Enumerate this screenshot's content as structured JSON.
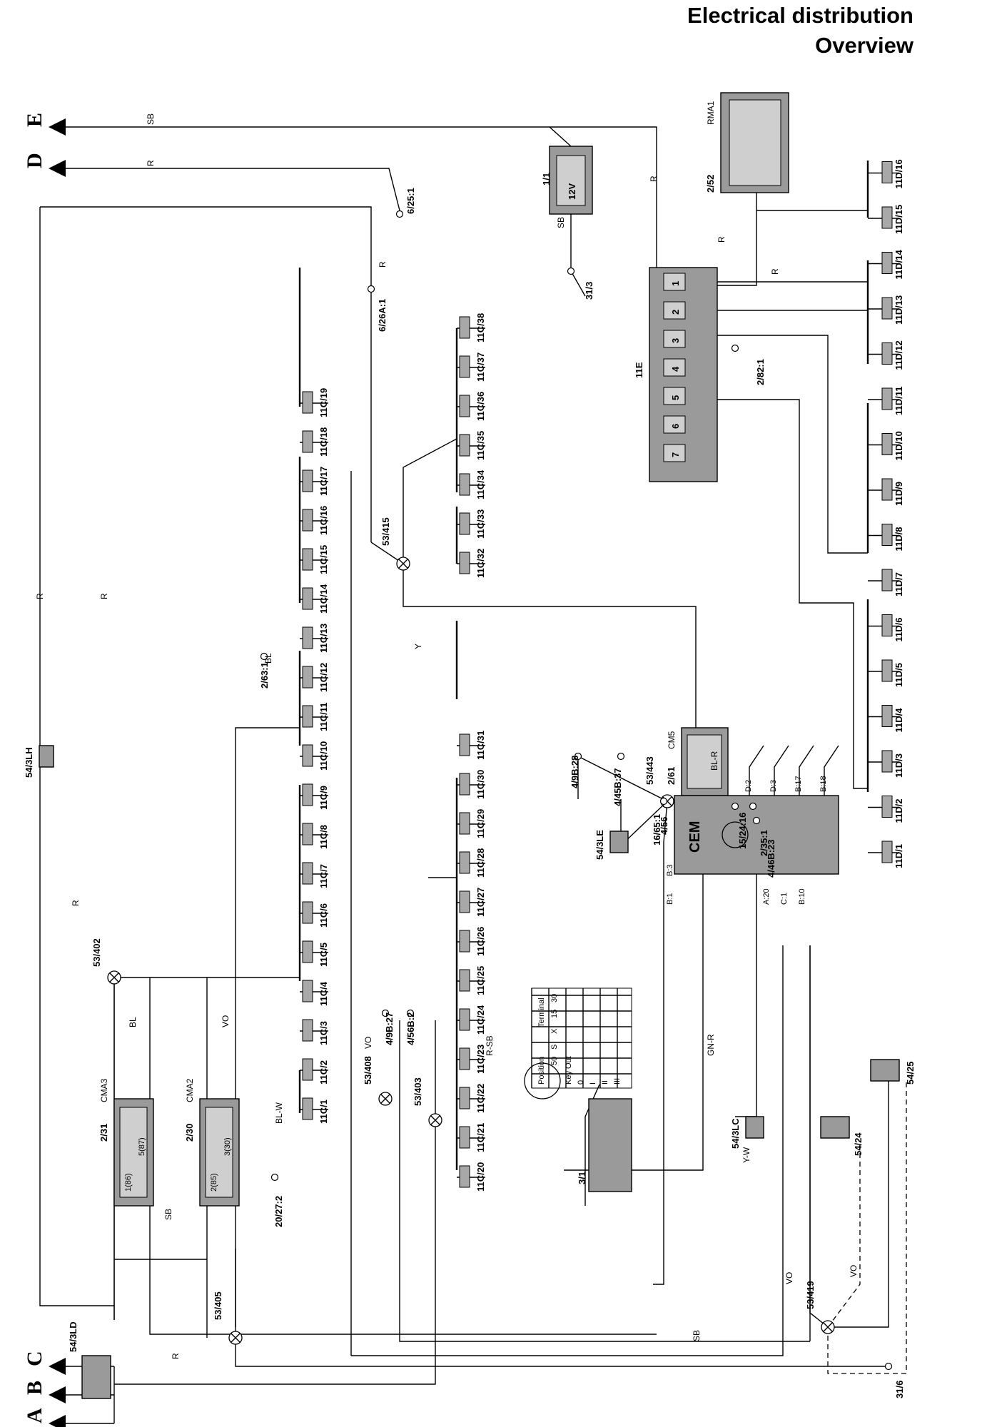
{
  "header": {
    "title": "Electrical distribution",
    "subtitle": "Overview"
  },
  "edge": [
    "A",
    "B",
    "C",
    "D",
    "E"
  ],
  "fuses_c": [
    "11C/1",
    "11C/2",
    "11C/3",
    "11C/4",
    "11C/5",
    "11C/6",
    "11C/7",
    "11C/8",
    "11C/9",
    "11C/10",
    "11C/11",
    "11C/12",
    "11C/13",
    "11C/14",
    "11C/15",
    "11C/16",
    "11C/17",
    "11C/18",
    "11C/19",
    "11C/20",
    "11C/21",
    "11C/22",
    "11C/23",
    "11C/24",
    "11C/25",
    "11C/26",
    "11C/27",
    "11C/28",
    "11C/29",
    "11C/30",
    "11C/31",
    "11C/32",
    "11C/33",
    "11C/34",
    "11C/35",
    "11C/36",
    "11C/37",
    "11C/38"
  ],
  "fuses_d": [
    "11D/1",
    "11D/2",
    "11D/3",
    "11D/4",
    "11D/5",
    "11D/6",
    "11D/7",
    "11D/8",
    "11D/9",
    "11D/10",
    "11D/11",
    "11D/12",
    "11D/13",
    "11D/14",
    "11D/15",
    "11D/16"
  ],
  "main_fuses": [
    "1",
    "2",
    "3",
    "4",
    "5",
    "6",
    "7"
  ],
  "components": {
    "battery": "1/1",
    "battery_v": "12V",
    "rma1": "RMA1",
    "rma1_ref": "2/52",
    "box11e": "11E",
    "cem": "CEM",
    "cem_ref": "4/56",
    "cm5": "CM5",
    "cm5_ref": "2/61",
    "cma3": "CMA3",
    "cma3_ref": "2/31",
    "cma2": "CMA2",
    "cma2_ref": "2/30",
    "ign": "3/1",
    "lh": "54/3LH",
    "ld": "54/3LD",
    "le": "54/3LE",
    "lc": "54/3LC",
    "c5424": "54/24",
    "c5425": "54/25"
  },
  "refs": [
    "6/25:1",
    "6/26A:1",
    "31/3",
    "2/82:1",
    "2/63:1",
    "20/27:2",
    "4/9B:28",
    "4/45B:37",
    "16/65:1",
    "15/24:16",
    "2/35:1",
    "4/46B:23",
    "4/9B:27",
    "4/56B:2",
    "31/6"
  ],
  "splices": [
    "53/402",
    "53/415",
    "53/443",
    "53/408",
    "53/403",
    "53/405",
    "53/419"
  ],
  "wire_colors": [
    "SB",
    "R",
    "BL",
    "VO",
    "BL-W",
    "BL-R",
    "Y",
    "Y-W",
    "GN-R",
    "R-SB"
  ],
  "cem_pins": [
    "D:2",
    "D:3",
    "B:17",
    "B:18",
    "B:3",
    "B:1",
    "A:20",
    "C:1",
    "B:10"
  ],
  "relay_codes": [
    "1(86)",
    "2(85)",
    "3(30)",
    "5(87)"
  ],
  "ign_table": {
    "col_head": "Terminal",
    "terminals": [
      "30",
      "15",
      "X",
      "S",
      "50"
    ],
    "row_head": "Position",
    "rows": [
      "Key Out",
      "0",
      "I",
      "II",
      "III"
    ]
  },
  "colors": {
    "box": "#9a9a9a",
    "inner": "#cfcfcf",
    "line": "#000000"
  }
}
